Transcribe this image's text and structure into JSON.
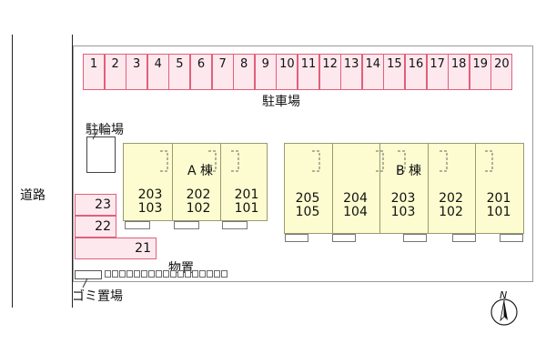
{
  "road_label": "道路",
  "parking": {
    "label": "駐車場",
    "slots": [
      "1",
      "2",
      "3",
      "4",
      "5",
      "6",
      "7",
      "8",
      "9",
      "10",
      "11",
      "12",
      "13",
      "14",
      "15",
      "16",
      "17",
      "18",
      "19",
      "20"
    ],
    "side_slots": [
      "23",
      "22",
      "21"
    ]
  },
  "bicycle_parking_label": "駐輪場",
  "storage_label": "物置",
  "garbage_label": "ゴミ置場",
  "building_a": {
    "label": "A 棟",
    "units": [
      {
        "upper": "203",
        "lower": "103"
      },
      {
        "upper": "202",
        "lower": "102"
      },
      {
        "upper": "201",
        "lower": "101"
      }
    ]
  },
  "building_b": {
    "label": "B 棟",
    "units": [
      {
        "upper": "205",
        "lower": "105"
      },
      {
        "upper": "204",
        "lower": "104"
      },
      {
        "upper": "203",
        "lower": "103"
      },
      {
        "upper": "202",
        "lower": "102"
      },
      {
        "upper": "201",
        "lower": "101"
      }
    ]
  },
  "compass_label": "N",
  "colors": {
    "parking_fill": "#fde8ee",
    "parking_border": "#e0607a",
    "building_fill": "#fcfcd0"
  }
}
